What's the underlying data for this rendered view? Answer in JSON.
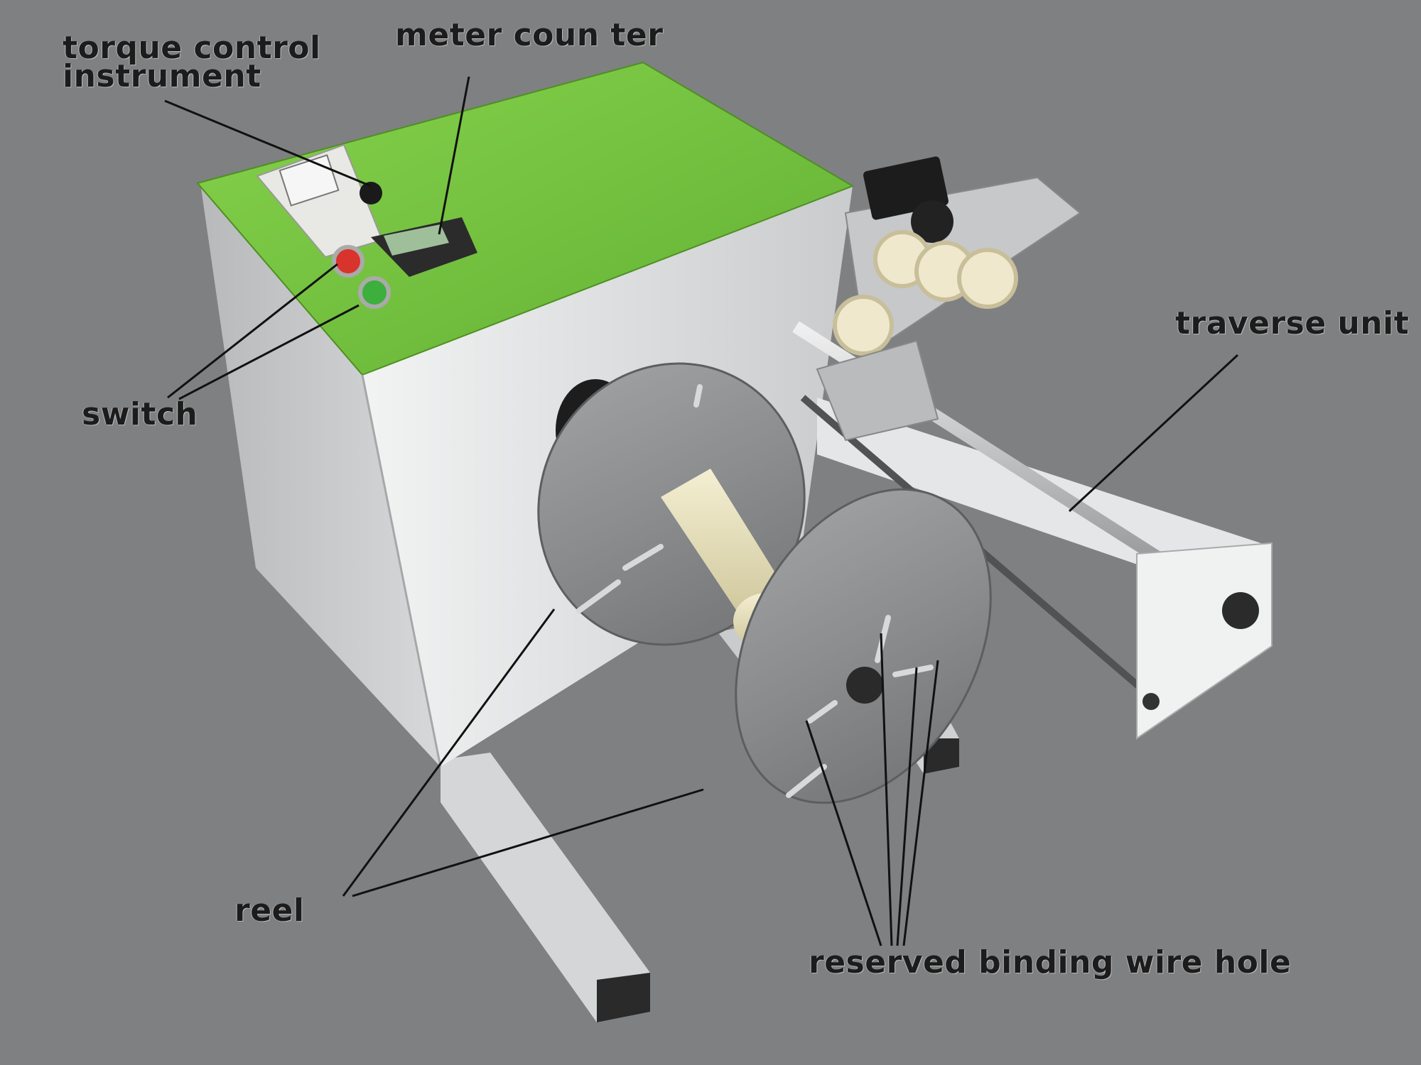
{
  "labels": {
    "torque_control_instrument": [
      "torque control",
      "instrument"
    ],
    "meter_counter": "meter coun ter",
    "switch": "switch",
    "traverse_unit": "traverse unit",
    "reel": "reel",
    "reserved_binding_wire_hole": "reserved binding wire hole"
  },
  "colors": {
    "background": "#7f8082",
    "machine_top": "#74c040",
    "machine_body": "#d8dadb",
    "reel_flange": "#8e9092",
    "reel_core": "#e9e2bd",
    "button_red": "#d8342c",
    "button_green": "#3caf3c",
    "leader_line": "#111111"
  }
}
